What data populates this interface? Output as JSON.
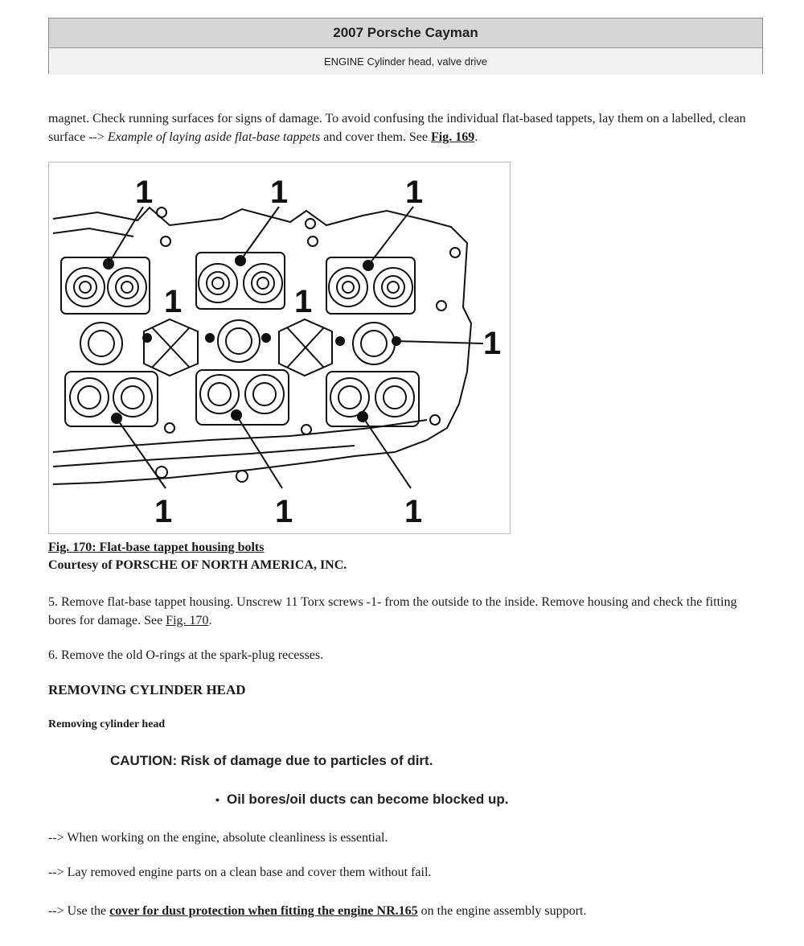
{
  "header": {
    "title": "2007 Porsche Cayman",
    "subtitle": "ENGINE Cylinder head, valve drive"
  },
  "intro": {
    "text_a": "magnet. Check running surfaces for signs of damage. To avoid confusing the individual flat-based tappets, lay them on a labelled, clean surface --> ",
    "text_italic": "Example of laying aside flat-base tappets",
    "text_b": " and cover them. See ",
    "link": "Fig. 169",
    "text_end": "."
  },
  "figure": {
    "callout": "1"
  },
  "caption": {
    "title": "Fig. 170: Flat-base tappet housing bolts",
    "courtesy": "Courtesy of PORSCHE OF NORTH AMERICA, INC."
  },
  "step5": {
    "text": "5. Remove flat-base tappet housing. Unscrew 11 Torx screws -1- from the outside to the inside. Remove housing and check the fitting bores for damage. See ",
    "link": "Fig. 170",
    "text_end": "."
  },
  "step6": {
    "text": "6. Remove the old O-rings at the spark-plug recesses."
  },
  "heading_main": "REMOVING CYLINDER HEAD",
  "heading_sub": "Removing cylinder head",
  "caution": "CAUTION: Risk of damage due to particles of dirt.",
  "bullet": "Oil bores/oil ducts can become blocked up.",
  "notes": {
    "n1": "--> When working on the engine, absolute cleanliness is essential.",
    "n2": "--> Lay removed engine parts on a clean base and cover them without fail.",
    "n3_a": "--> Use the ",
    "n3_link": "cover for dust protection when fitting the engine NR.165",
    "n3_b": " on the engine assembly support."
  }
}
